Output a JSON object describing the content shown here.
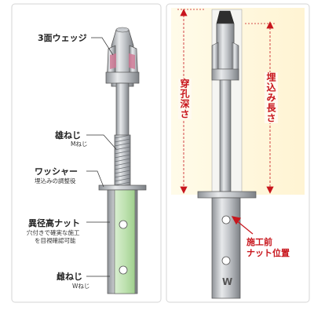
{
  "left_panel": {
    "labels": {
      "wedge": {
        "main": "3面ウェッジ"
      },
      "male_thread": {
        "main": "雄ねじ",
        "sub": "Mねじ"
      },
      "washer": {
        "main": "ワッシャー",
        "sub": "埋込みの調整役"
      },
      "nut": {
        "main": "異径高ナット",
        "sub1": "穴付きで確実な施工",
        "sub2": "を目視確認可能"
      },
      "female_thread": {
        "main": "雌ねじ",
        "sub": "Wねじ"
      }
    }
  },
  "right_panel": {
    "drill_depth": "穿孔深さ",
    "embed_length": "埋込み長さ",
    "nut_position": {
      "line1": "施工前",
      "line2": "ナット位置"
    },
    "nut_mark": "W"
  },
  "colors": {
    "accent": "#c8161d",
    "panel_bg": "#fff8e0",
    "nut_green": "#b6dca6",
    "steel": "#b9bcc0"
  }
}
